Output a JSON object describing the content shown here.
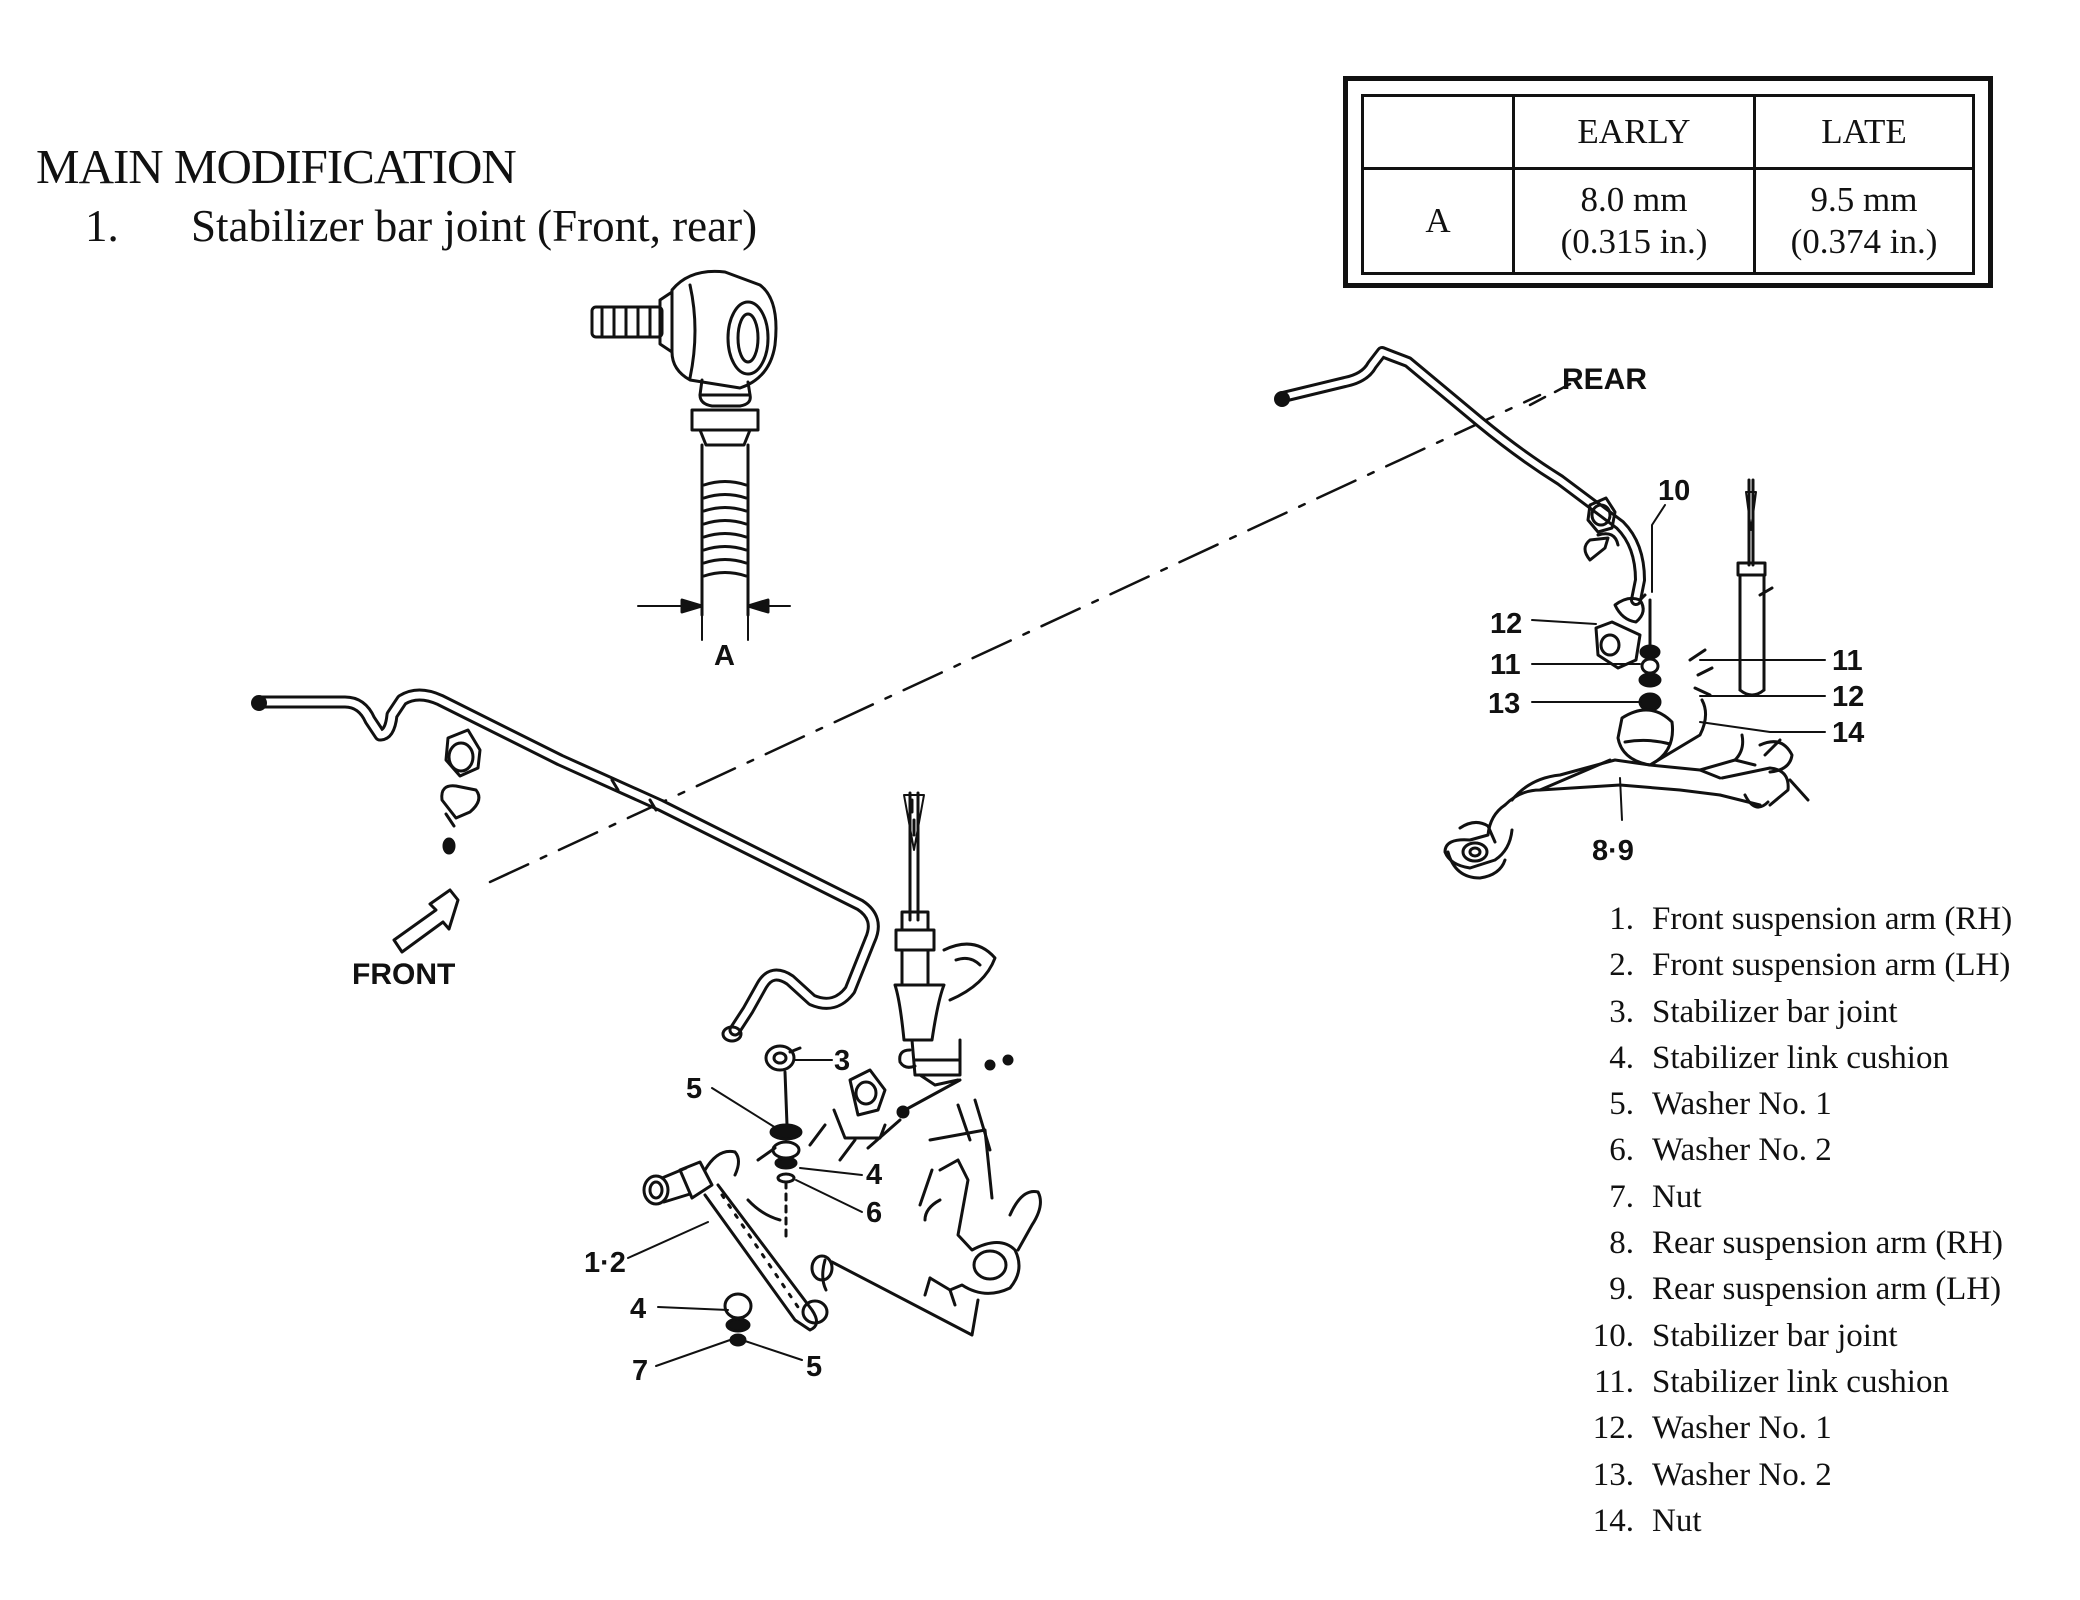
{
  "title": "MAIN MODIFICATION",
  "subtitle": {
    "number": "1.",
    "text": "Stabilizer bar joint (Front, rear)"
  },
  "spec_table": {
    "headers": [
      "",
      "EARLY",
      "LATE"
    ],
    "row": {
      "label": "A",
      "early": [
        "8.0 mm",
        "(0.315 in.)"
      ],
      "late": [
        "9.5 mm",
        "(0.374 in.)"
      ]
    }
  },
  "diagram": {
    "dimension_label": "A",
    "direction_labels": {
      "rear": "REAR",
      "front": "FRONT"
    },
    "callouts": {
      "front": [
        "3",
        "5",
        "4",
        "6",
        "1·2",
        "4",
        "7",
        "5"
      ],
      "rear": [
        "10",
        "12",
        "11",
        "13",
        "11",
        "12",
        "14",
        "8·9"
      ]
    }
  },
  "legend": [
    {
      "number": "1.",
      "text": "Front suspension arm (RH)"
    },
    {
      "number": "2.",
      "text": "Front suspension arm (LH)"
    },
    {
      "number": "3.",
      "text": "Stabilizer bar joint"
    },
    {
      "number": "4.",
      "text": "Stabilizer link cushion"
    },
    {
      "number": "5.",
      "text": "Washer No. 1"
    },
    {
      "number": "6.",
      "text": "Washer No. 2"
    },
    {
      "number": "7.",
      "text": "Nut"
    },
    {
      "number": "8.",
      "text": "Rear suspension arm (RH)"
    },
    {
      "number": "9.",
      "text": "Rear suspension arm (LH)"
    },
    {
      "number": "10.",
      "text": "Stabilizer bar joint"
    },
    {
      "number": "11.",
      "text": "Stabilizer link cushion"
    },
    {
      "number": "12.",
      "text": "Washer No. 1"
    },
    {
      "number": "13.",
      "text": "Washer No. 2"
    },
    {
      "number": "14.",
      "text": "Nut"
    }
  ]
}
